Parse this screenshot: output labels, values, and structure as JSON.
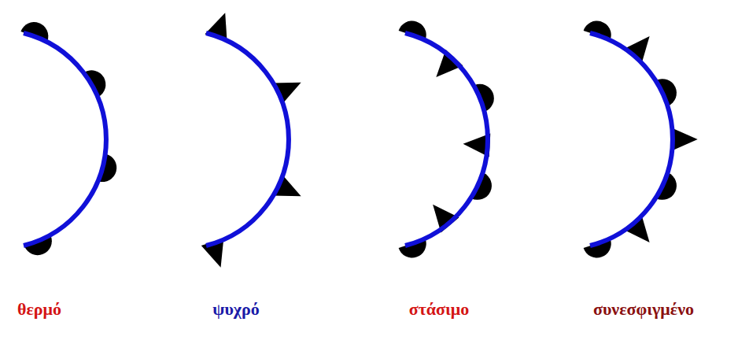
{
  "diagram": {
    "labels": [
      "θερμό",
      "ψυχρό",
      "στάσιμο",
      "συνεσφιγμένο"
    ]
  }
}
